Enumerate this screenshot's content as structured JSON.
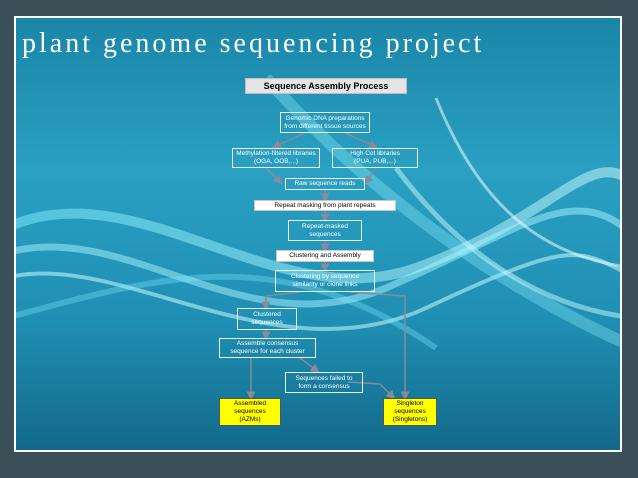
{
  "slide": {
    "title": "plant genome sequencing project"
  },
  "diagram": {
    "header": "Sequence Assembly Process",
    "nodes": {
      "genomic_dna": [
        "Genomic DNA preparations",
        "from different tissue sources"
      ],
      "methylation": [
        "Methylation-filtered libraries",
        "(OGA, OOB,...)"
      ],
      "high_cot": [
        "High Cot libraries",
        "(PUA, PUB,...)"
      ],
      "raw_reads": "Raw sequence reads",
      "repeat_masking": "Repeat masking from plant repeats",
      "repeat_masked": [
        "Repeat-masked",
        "sequences"
      ],
      "clustering_assembly": "Clustering and Assembly",
      "clustering_by": [
        "Clustering by sequence",
        "similarity or clone links"
      ],
      "clustered": [
        "Clustered",
        "sequences"
      ],
      "assemble_consensus": [
        "Assemble consensus",
        "sequence for each cluster"
      ],
      "failed_consensus": [
        "Sequences failed to",
        "form a consensus"
      ],
      "assembled": [
        "Assembled",
        "sequences",
        "(AZMs)"
      ],
      "singleton": [
        "Singleton",
        "sequences",
        "(Singletons)"
      ]
    }
  },
  "colors": {
    "background": "#1f96ba",
    "yellow_box": "#ffff00",
    "arrow": "#8a8a9a",
    "frame": "#ffffff"
  }
}
